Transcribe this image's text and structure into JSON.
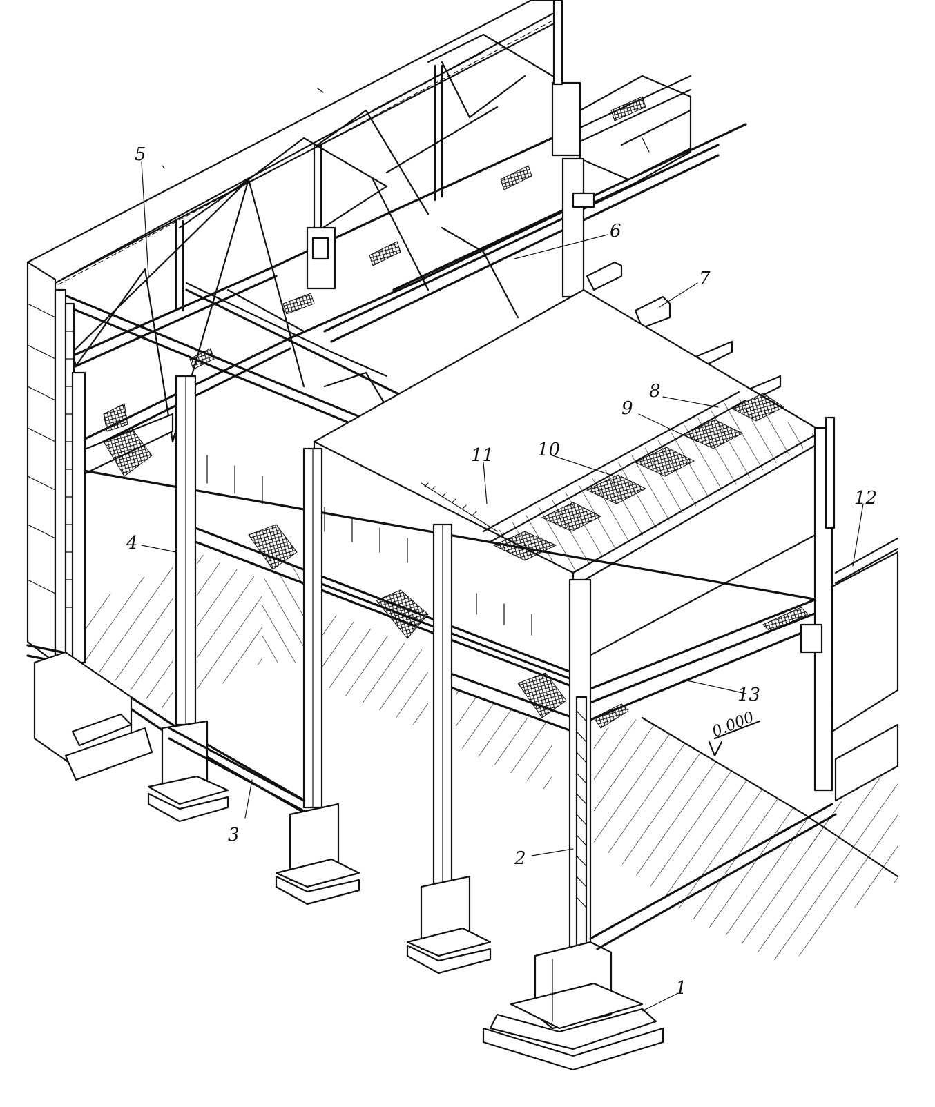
{
  "callouts": [
    {
      "id": "1",
      "text": "1"
    },
    {
      "id": "2",
      "text": "2"
    },
    {
      "id": "3",
      "text": "3"
    },
    {
      "id": "4",
      "text": "4"
    },
    {
      "id": "5",
      "text": "5"
    },
    {
      "id": "6",
      "text": "6"
    },
    {
      "id": "7",
      "text": "7"
    },
    {
      "id": "8",
      "text": "8"
    },
    {
      "id": "9",
      "text": "9"
    },
    {
      "id": "10",
      "text": "10"
    },
    {
      "id": "11",
      "text": "11"
    },
    {
      "id": "12",
      "text": "12"
    },
    {
      "id": "13",
      "text": "13"
    }
  ],
  "elevation_mark": "0.000"
}
